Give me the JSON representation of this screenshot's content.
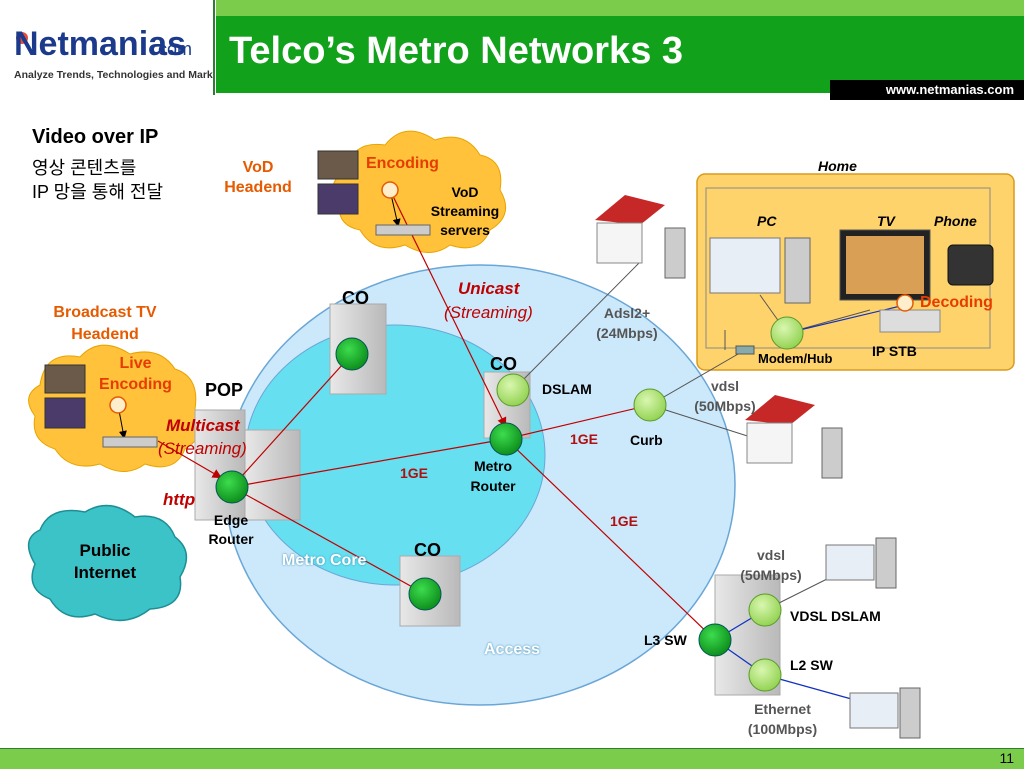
{
  "header": {
    "logo_name": "Netmanias",
    "logo_suffix": ".com",
    "logo_tagline": "Analyze Trends, Technologies and Market",
    "title": "Telco’s Metro Networks 3",
    "url": "www.netmanias.com"
  },
  "footer": {
    "page_number": "11"
  },
  "intro": {
    "heading": "Video over IP",
    "line1": "영상 콘텐츠를",
    "line2": "IP 망을 통해 전달"
  },
  "labels": {
    "vod_headend": "VoD Headend",
    "encoding": "Encoding",
    "vod_streaming_servers": "VoD Streaming servers",
    "broadcast_headend": "Broadcast TV Headend",
    "live_encoding": "Live Encoding",
    "pop": "POP",
    "multicast": "Multicast",
    "multicast_sub": "(Streaming)",
    "http": "http",
    "public_internet": "Public Internet",
    "edge_router": "Edge Router",
    "metro_core": "Metro Core",
    "access": "Access",
    "co_top": "CO",
    "co_middle": "CO",
    "co_bottom": "CO",
    "unicast": "Unicast",
    "unicast_sub": "(Streaming)",
    "metro_router": "Metro Router",
    "dslam": "DSLAM",
    "link_1ge_a": "1GE",
    "link_1ge_b": "1GE",
    "link_1ge_c": "1GE",
    "curb": "Curb",
    "adsl": "Adsl2+ (24Mbps)",
    "vdsl_curb": "vdsl (50Mbps)",
    "vdsl_l3": "vdsl (50Mbps)",
    "vdsl_dslam": "VDSL DSLAM",
    "l3_sw": "L3 SW",
    "l2_sw": "L2 SW",
    "ethernet": "Ethernet (100Mbps)",
    "home": "Home",
    "pc": "PC",
    "tv": "TV",
    "phone": "Phone",
    "decoding": "Decoding",
    "modem_hub": "Modem/Hub",
    "ip_stb": "IP STB"
  },
  "colors": {
    "header_green": "#11a11a",
    "metro_core_fill": "#66e0f0",
    "access_fill": "#cce9fb",
    "node_green": "#0b9e1f",
    "cloud_orange": "#ffc23a",
    "cloud_teal": "#3cc3c8",
    "home_fill": "#ffd36b"
  }
}
